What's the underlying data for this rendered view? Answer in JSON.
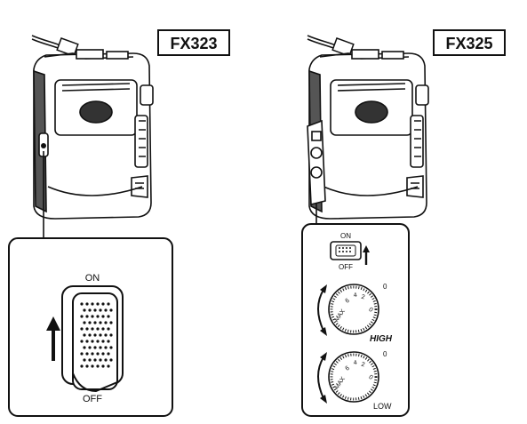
{
  "left_model": {
    "label": "FX323",
    "switch_on": "ON",
    "switch_off": "OFF"
  },
  "right_model": {
    "label": "FX325",
    "switch_on": "ON",
    "switch_off": "OFF",
    "high_dial": {
      "label": "HIGH",
      "scale_min": "0",
      "scale_max": "MAX",
      "marks": [
        "2",
        "4",
        "6"
      ]
    },
    "low_dial": {
      "label": "LOW",
      "scale_min": "0",
      "scale_max": "MAX",
      "marks": [
        "2",
        "4",
        "6"
      ]
    }
  }
}
